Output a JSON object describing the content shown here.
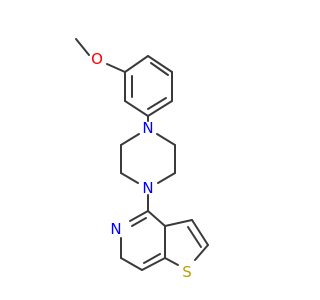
{
  "molecule": {
    "atoms": {
      "o_methoxy": {
        "symbol": "O",
        "color": "#ff0000"
      },
      "n_upper": {
        "symbol": "N",
        "color": "#0000ff"
      },
      "n_lower": {
        "symbol": "N",
        "color": "#0000ff"
      },
      "n_pyridine": {
        "symbol": "N",
        "color": "#0000ff"
      },
      "s_thiophene": {
        "symbol": "S",
        "color": "#b8a000"
      }
    },
    "bond_color": "#3a3a3a"
  }
}
